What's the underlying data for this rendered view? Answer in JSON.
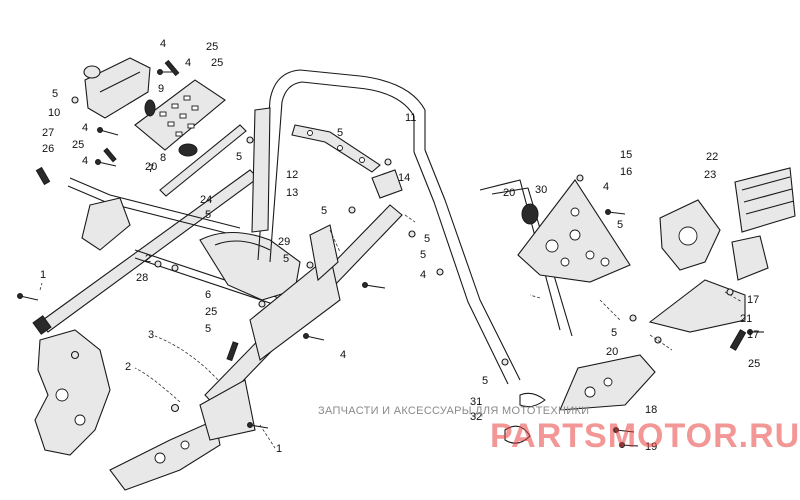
{
  "diagram": {
    "callouts": [
      {
        "label": "1"
      },
      {
        "label": "1"
      },
      {
        "label": "2"
      },
      {
        "label": "2"
      },
      {
        "label": "3"
      },
      {
        "label": "4"
      },
      {
        "label": "4"
      },
      {
        "label": "4"
      },
      {
        "label": "4"
      },
      {
        "label": "4"
      },
      {
        "label": "4"
      },
      {
        "label": "4"
      },
      {
        "label": "5"
      },
      {
        "label": "5"
      },
      {
        "label": "5"
      },
      {
        "label": "5"
      },
      {
        "label": "5"
      },
      {
        "label": "5"
      },
      {
        "label": "5"
      },
      {
        "label": "5"
      },
      {
        "label": "5"
      },
      {
        "label": "5"
      },
      {
        "label": "5"
      },
      {
        "label": "5"
      },
      {
        "label": "6"
      },
      {
        "label": "7"
      },
      {
        "label": "8"
      },
      {
        "label": "9"
      },
      {
        "label": "10"
      },
      {
        "label": "11"
      },
      {
        "label": "12"
      },
      {
        "label": "13"
      },
      {
        "label": "14"
      },
      {
        "label": "15"
      },
      {
        "label": "16"
      },
      {
        "label": "17"
      },
      {
        "label": "17"
      },
      {
        "label": "18"
      },
      {
        "label": "19"
      },
      {
        "label": "20"
      },
      {
        "label": "20"
      },
      {
        "label": "20"
      },
      {
        "label": "21"
      },
      {
        "label": "22"
      },
      {
        "label": "23"
      },
      {
        "label": "24"
      },
      {
        "label": "25"
      },
      {
        "label": "25"
      },
      {
        "label": "25"
      },
      {
        "label": "25"
      },
      {
        "label": "25"
      },
      {
        "label": "26"
      },
      {
        "label": "27"
      },
      {
        "label": "28"
      },
      {
        "label": "29"
      },
      {
        "label": "30"
      },
      {
        "label": "31"
      },
      {
        "label": "32"
      }
    ]
  },
  "watermark": {
    "subtitle": "ЗАПЧАСТИ И АКСЕССУАРЫ ДЛЯ МОТОТЕХНИКИ",
    "logo": "PARTSMOTOR.RU",
    "color": "#e84040"
  }
}
